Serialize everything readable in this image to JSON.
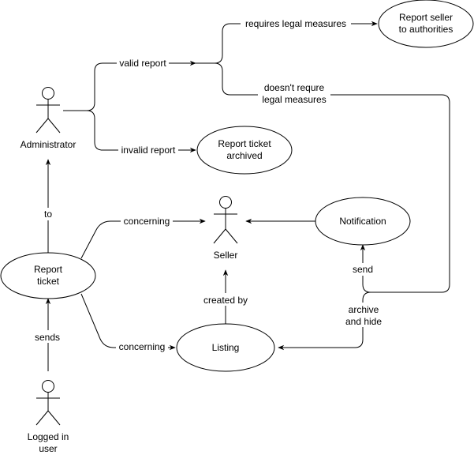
{
  "actors": {
    "administrator": "Administrator",
    "logged_in_user": [
      "Logged in",
      "user"
    ],
    "seller": "Seller"
  },
  "nodes": {
    "report_seller": [
      "Report seller",
      "to authorities"
    ],
    "report_archived": [
      "Report ticket",
      "archived"
    ],
    "notification": "Notification",
    "report_ticket": [
      "Report",
      "ticket"
    ],
    "listing": "Listing"
  },
  "edges": {
    "valid_report": "valid report",
    "invalid_report": "invalid report",
    "requires_legal": "requires legal measures",
    "not_requires_legal": [
      "doesn't requre",
      "legal measures"
    ],
    "to": "to",
    "sends": "sends",
    "concerning_seller": "concerning",
    "concerning_listing": "concerning",
    "created_by": "created by",
    "send": "send",
    "archive_hide": [
      "archive",
      "and hide"
    ]
  },
  "colors": {
    "stroke": "#000000",
    "fill": "#ffffff"
  }
}
